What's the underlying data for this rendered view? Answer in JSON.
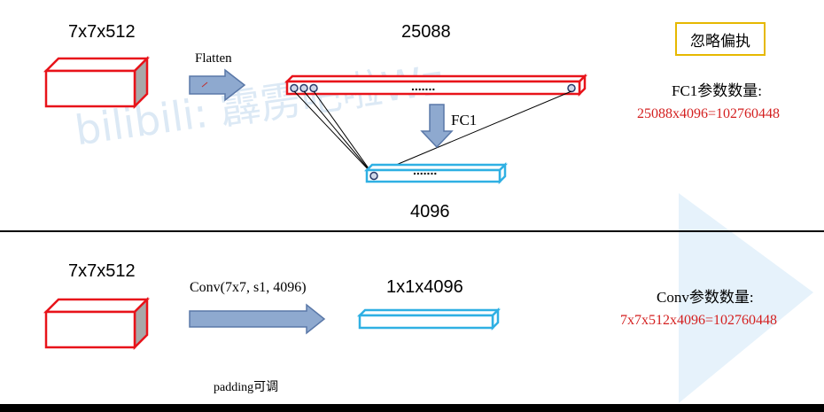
{
  "watermark": "bilibili: 霹雳吧啦Wz",
  "tag": "忽略偏执",
  "top": {
    "input_size": "7x7x512",
    "flatten_label": "Flatten",
    "flat_size": "25088",
    "dots": ".......",
    "fc_label": "FC1",
    "output_size": "4096",
    "param_title": "FC1参数数量:",
    "param_formula": "25088x4096=102760448"
  },
  "bottom": {
    "input_size": "7x7x512",
    "conv_label": "Conv(7x7, s1, 4096)",
    "output_size": "1x1x4096",
    "padding_note": "padding可调",
    "param_title": "Conv参数数量:",
    "param_formula": "7x7x512x4096=102760448"
  },
  "colors": {
    "red": "#e8131a",
    "blue": "#2fb0e3",
    "arrow": "#8ea9cf",
    "arrow_edge": "#5a78a8",
    "formula": "#d42020",
    "tag_border": "#e6b800"
  }
}
